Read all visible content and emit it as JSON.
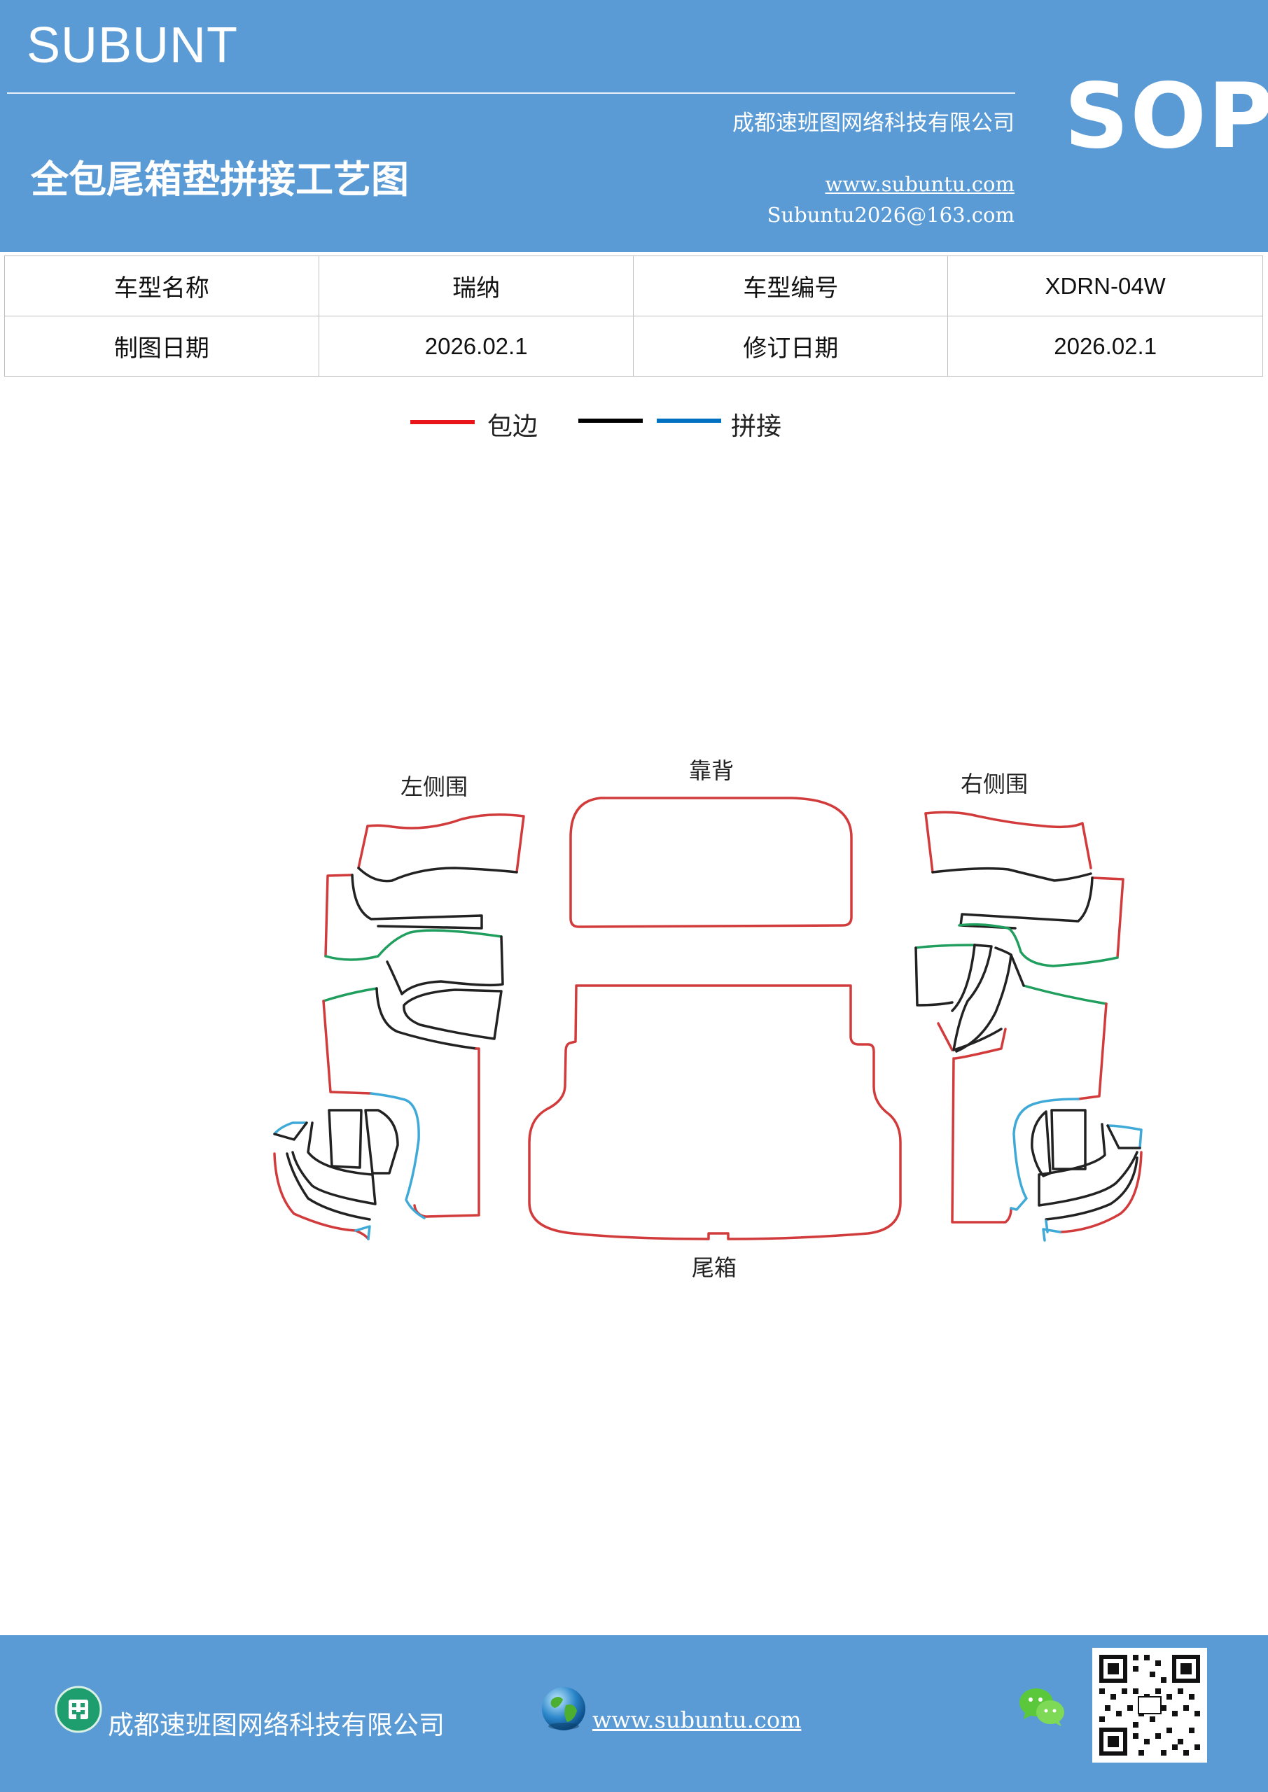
{
  "header": {
    "brand": "SUBUNT",
    "title": "全包尾箱垫拼接工艺图",
    "company": "成都速班图网络科技有限公司",
    "website": "www.subuntu.com",
    "email": "Subuntu2026@163.com",
    "badge": "SOP"
  },
  "info_table": {
    "rows": [
      [
        "车型名称",
        "瑞纳",
        "车型编号",
        "XDRN-04W"
      ],
      [
        "制图日期",
        "2026.02.1",
        "修订日期",
        "2026.02.1"
      ]
    ]
  },
  "legend": {
    "items": [
      {
        "label": "包边",
        "color": "#e8161b"
      },
      {
        "label": "",
        "color": "#000000"
      },
      {
        "label": "拼接",
        "color": "#0070c0"
      }
    ]
  },
  "diagram": {
    "labels": {
      "left_side": "左侧围",
      "back": "靠背",
      "right_side": "右侧围",
      "trunk": "尾箱"
    },
    "colors": {
      "red": "#d23b3b",
      "black": "#222222",
      "green": "#1f9e5e",
      "blue": "#3fa9d8"
    }
  },
  "footer": {
    "company": "成都速班图网络科技有限公司",
    "website": "www.subuntu.com",
    "icons": [
      "building-icon",
      "globe-icon",
      "wechat-icon",
      "qr-code"
    ]
  }
}
